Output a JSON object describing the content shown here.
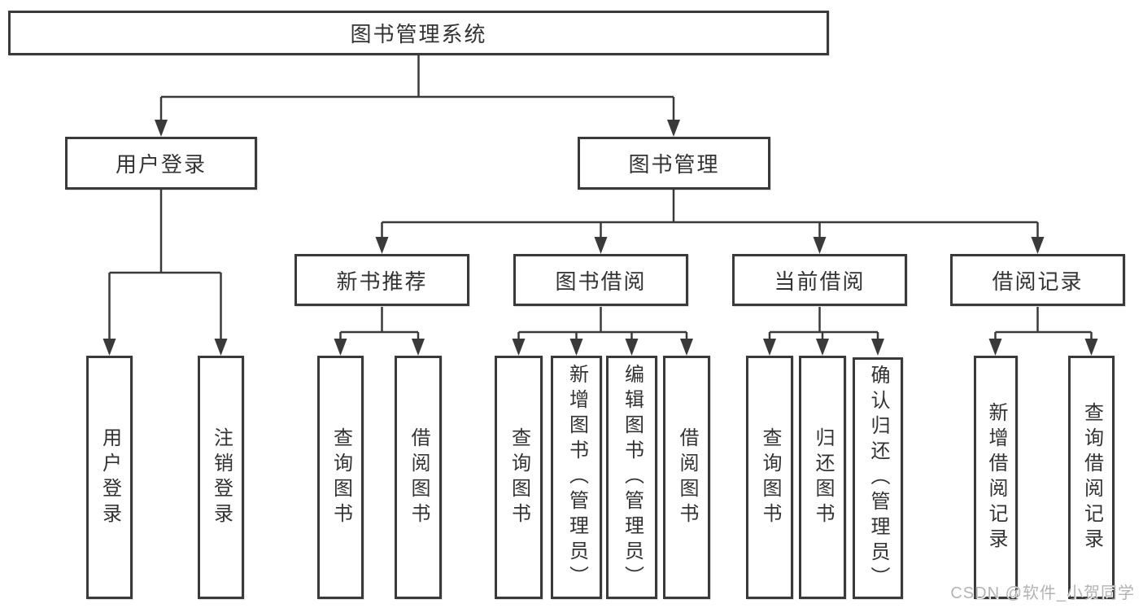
{
  "colors": {
    "line": "#3a3a3a",
    "text": "#333333",
    "watermark": "#b3b3b3",
    "background": "#ffffff"
  },
  "diagram": {
    "title": "图书管理系统",
    "children": [
      {
        "label": "用户登录",
        "children": [
          {
            "label": "用户登录"
          },
          {
            "label": "注销登录"
          }
        ]
      },
      {
        "label": "图书管理",
        "children": [
          {
            "label": "新书推荐",
            "children": [
              {
                "label": "查询图书"
              },
              {
                "label": "借阅图书"
              }
            ]
          },
          {
            "label": "图书借阅",
            "children": [
              {
                "label": "查询图书"
              },
              {
                "label": "新增图书（管理员）"
              },
              {
                "label": "编辑图书（管理员）"
              },
              {
                "label": "借阅图书"
              }
            ]
          },
          {
            "label": "当前借阅",
            "children": [
              {
                "label": "查询图书"
              },
              {
                "label": "归还图书"
              },
              {
                "label": "确认归还（管理员）"
              }
            ]
          },
          {
            "label": "借阅记录",
            "children": [
              {
                "label": "新增借阅记录"
              },
              {
                "label": "查询借阅记录"
              }
            ]
          }
        ]
      }
    ]
  },
  "watermark": "CSDN @软件_小贺同学"
}
